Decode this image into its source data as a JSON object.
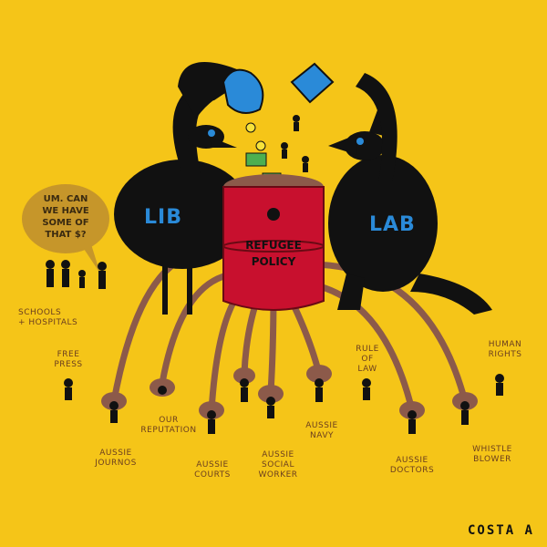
{
  "characters": {
    "emu_label": "LIB",
    "kangaroo_label": "LAB"
  },
  "barrel": {
    "line1": "REFUGEE",
    "line2": "POLICY"
  },
  "speech_bubble": "UM. CAN\nWE HAVE\nSOME OF\nTHAT $?",
  "labels": {
    "schools": "SCHOOLS\n+ HOSPITALS",
    "free_press": "FREE\nPRESS",
    "our_reputation": "OUR\nREPUTATION",
    "rule_of_law": "RULE\nOF\nLAW",
    "human_rights": "HUMAN\nRIGHTS",
    "aussie_journos": "AUSSIE\nJOURNOS",
    "aussie_courts": "AUSSIE\nCOURTS",
    "aussie_social_worker": "AUSSIE\nSOCIAL\nWORKER",
    "aussie_navy": "AUSSIE\nNAVY",
    "aussie_doctors": "AUSSIE\nDOCTORS",
    "whistle_blower": "WHISTLE\nBLOWER"
  },
  "signature": "COSTA A",
  "colors": {
    "background": "#f5c518",
    "mud": "#8c5a4a",
    "barrel": "#c8102e",
    "animal": "#111111",
    "label_blue": "#2a8ad8"
  }
}
